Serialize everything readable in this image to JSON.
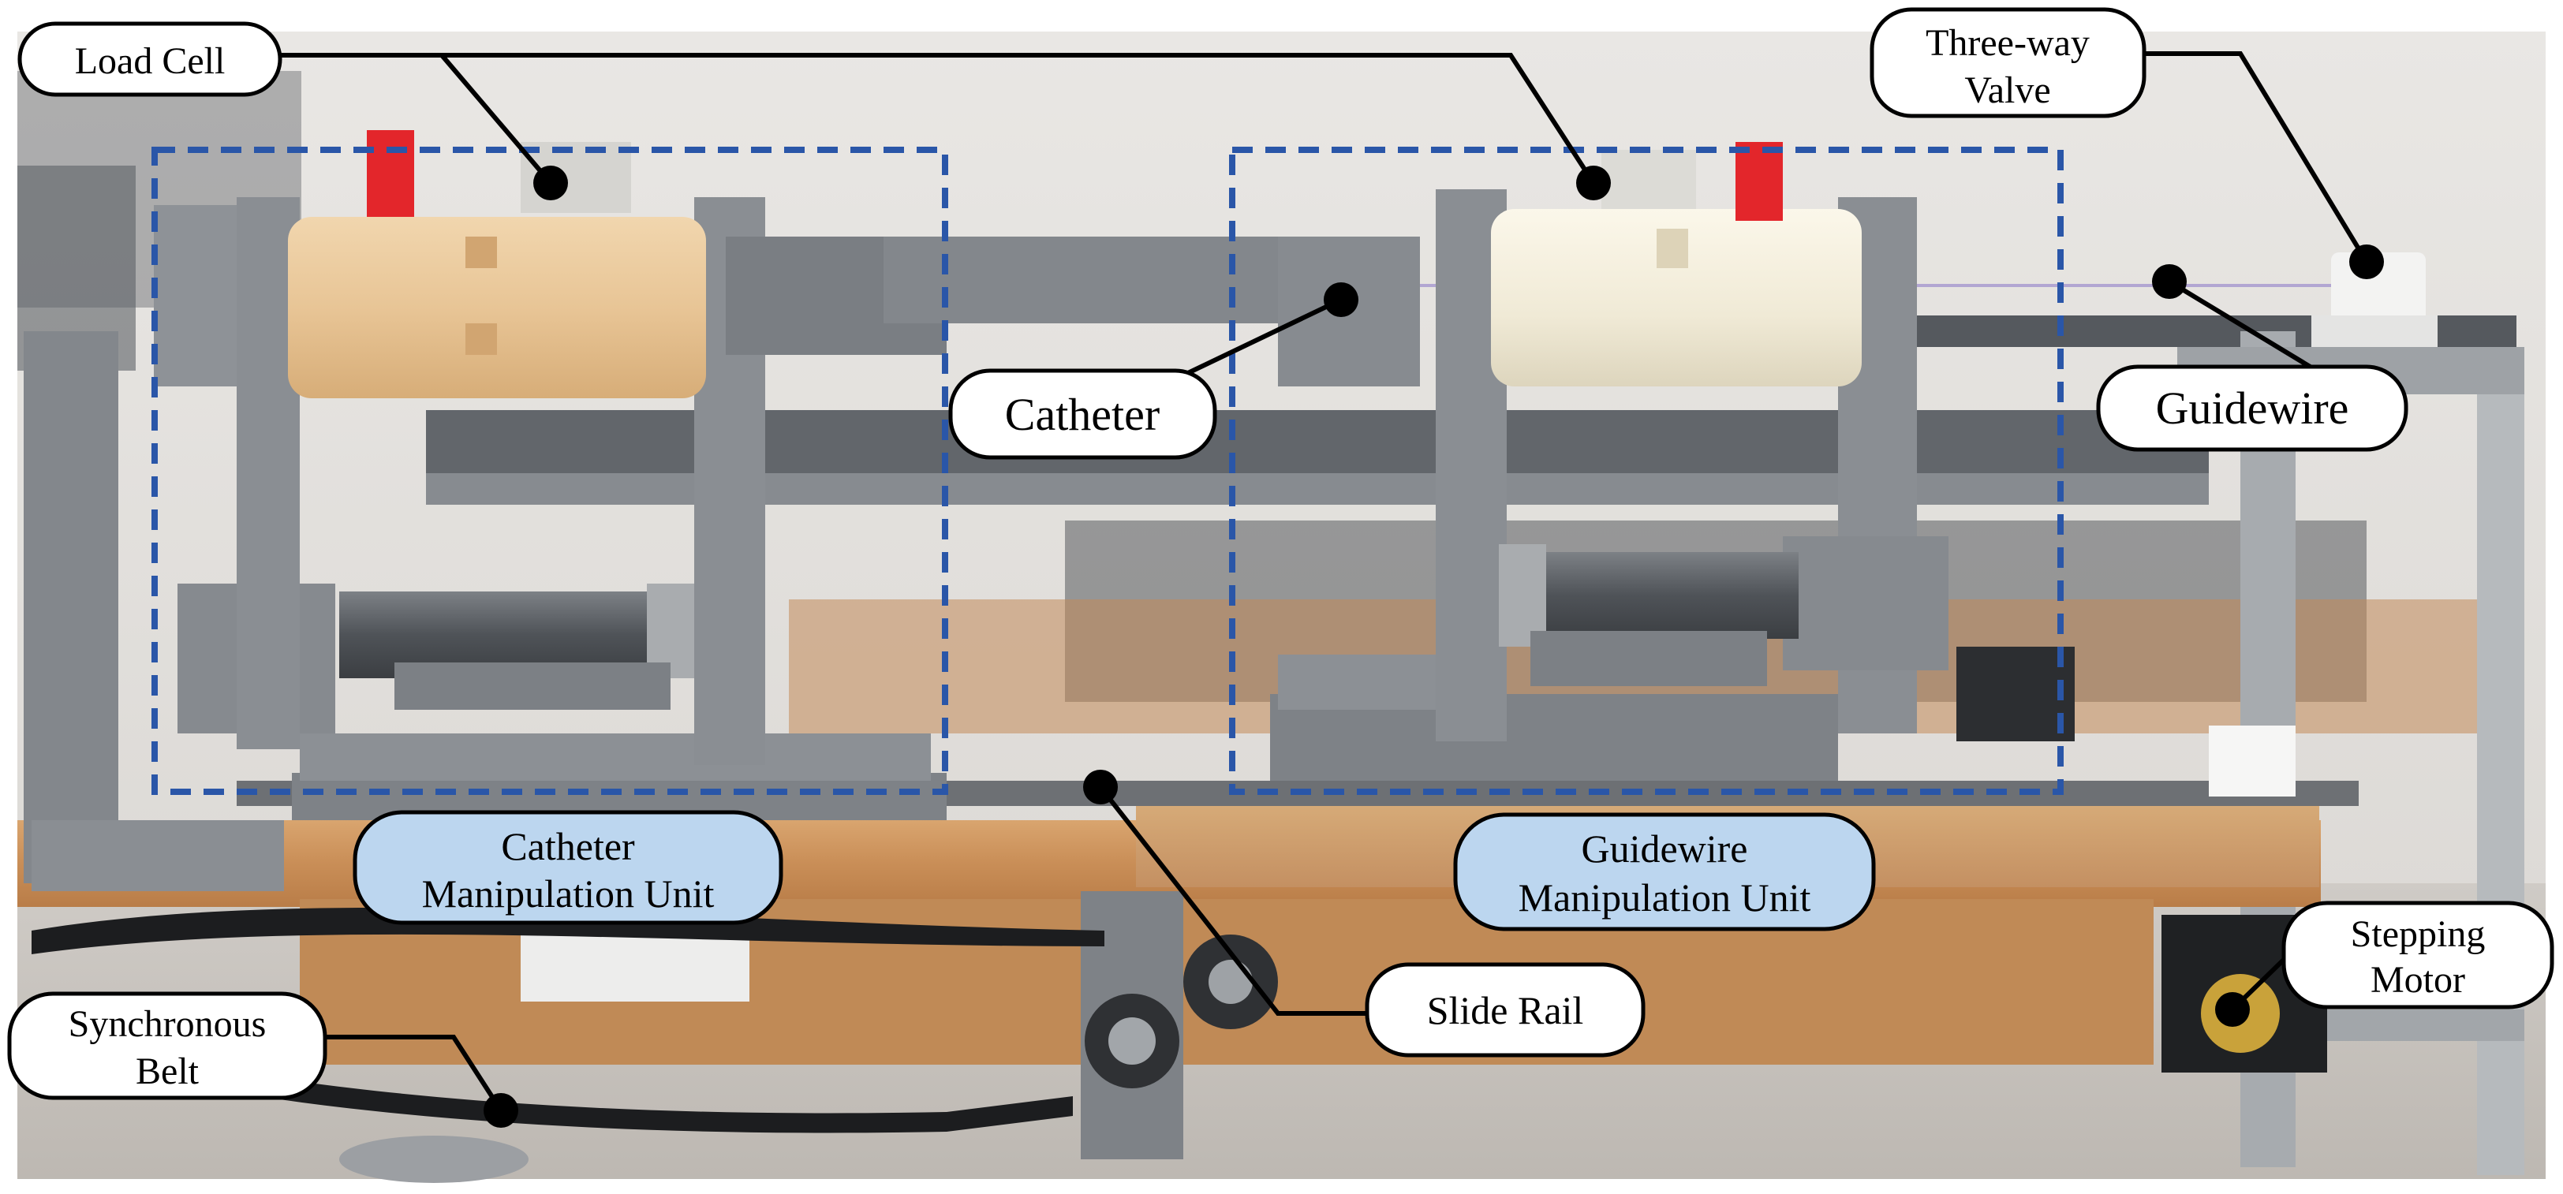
{
  "figure": {
    "labels": {
      "load_cell": "Load Cell",
      "three_way_valve_line1": "Three-way",
      "three_way_valve_line2": "Valve",
      "catheter": "Catheter",
      "guidewire": "Guidewire",
      "catheter_unit_line1": "Catheter",
      "catheter_unit_line2": "Manipulation Unit",
      "guidewire_unit_line1": "Guidewire",
      "guidewire_unit_line2": "Manipulation Unit",
      "slide_rail": "Slide Rail",
      "stepping_motor_line1": "Stepping",
      "stepping_motor_line2": "Motor",
      "synchronous_belt_line1": "Synchronous",
      "synchronous_belt_line2": "Belt"
    },
    "colors": {
      "unit_box_dash": "#2a56a8",
      "unit_label_fill": "#bcd6ef",
      "callout_fill": "#ffffff",
      "callout_stroke": "#000000"
    }
  }
}
